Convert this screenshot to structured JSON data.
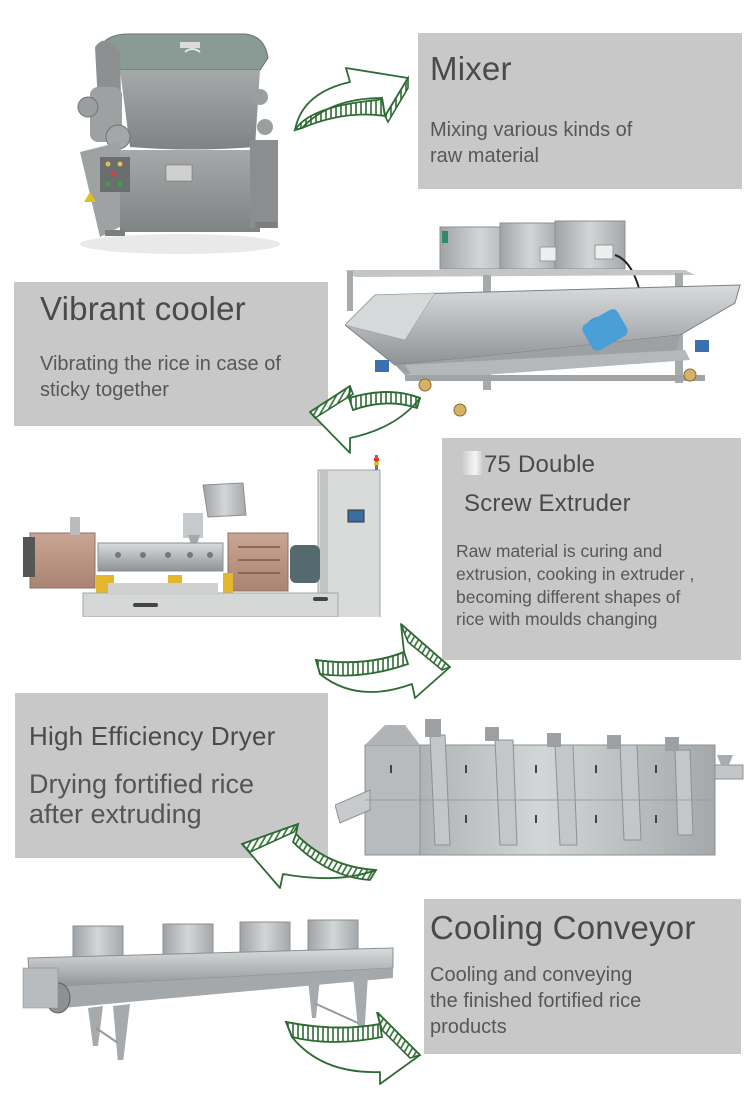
{
  "colors": {
    "box_background": "#c8c8c8",
    "title_text": "#4a4a4a",
    "desc_text": "#575757",
    "arrow_stroke": "#2e6b33",
    "page_background": "#ffffff"
  },
  "steps": [
    {
      "id": "mixer",
      "title": "Mixer",
      "description": [
        "Mixing various kinds of",
        "raw material"
      ],
      "machine_icon": "mixer-machine",
      "arrow_direction": "right"
    },
    {
      "id": "vibrant-cooler",
      "title": "Vibrant cooler",
      "description": [
        "Vibrating the rice in case of",
        "sticky together"
      ],
      "machine_icon": "vibrating-cooler-machine",
      "arrow_direction": "left"
    },
    {
      "id": "extruder",
      "title_line1": "75 Double",
      "title_line2": "Screw Extruder",
      "description": [
        "Raw material is curing and",
        "extrusion, cooking in extruder ,",
        "becoming different shapes of",
        "rice with moulds changing"
      ],
      "machine_icon": "twin-screw-extruder-machine",
      "arrow_direction": "right"
    },
    {
      "id": "dryer",
      "title": "High Efficiency Dryer",
      "description": [
        "Drying fortified rice",
        "after extruding"
      ],
      "machine_icon": "dryer-machine",
      "arrow_direction": "left"
    },
    {
      "id": "cooling-conveyor",
      "title": "Cooling Conveyor",
      "description": [
        "Cooling and conveying",
        "the finished fortified rice",
        "products"
      ],
      "machine_icon": "cooling-conveyor-machine",
      "arrow_direction": "right"
    }
  ]
}
